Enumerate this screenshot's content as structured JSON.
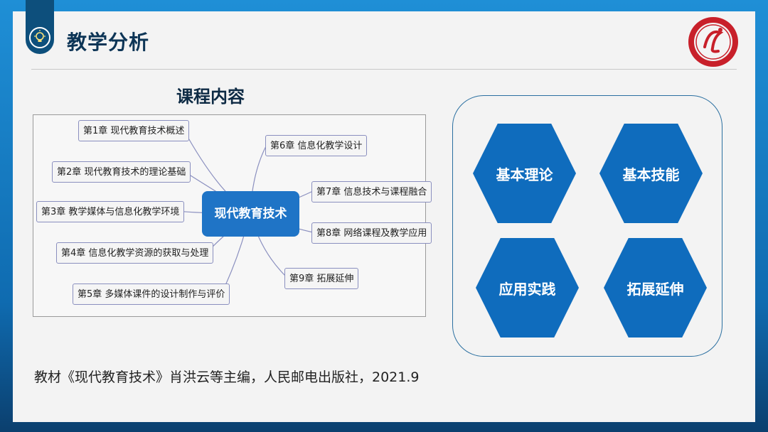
{
  "header": {
    "title": "教学分析",
    "tab_icon": "lightbulb-icon",
    "logo_icon": "university-seal-logo"
  },
  "section": {
    "title": "课程内容"
  },
  "mindmap": {
    "center": "现代教育技术",
    "left_nodes": [
      "第1章 现代教育技术概述",
      "第2章 现代教育技术的理论基础",
      "第3章 教学媒体与信息化教学环境",
      "第4章 信息化教学资源的获取与处理",
      "第5章 多媒体课件的设计制作与评价"
    ],
    "right_nodes": [
      "第6章 信息化教学设计",
      "第7章 信息技术与课程融合",
      "第8章 网络课程及教学应用",
      "第9章 拓展延伸"
    ]
  },
  "skills": {
    "items": [
      "基本理论",
      "基本技能",
      "应用实践",
      "拓展延伸"
    ]
  },
  "footnote": "教材《现代教育技术》肖洪云等主编，人民邮电出版社，2021.9",
  "colors": {
    "accent": "#0f6cbd",
    "title": "#0d3556",
    "center_node": "#1f74c6",
    "border_blue": "#2a6fa0",
    "logo_red": "#c8202a"
  }
}
